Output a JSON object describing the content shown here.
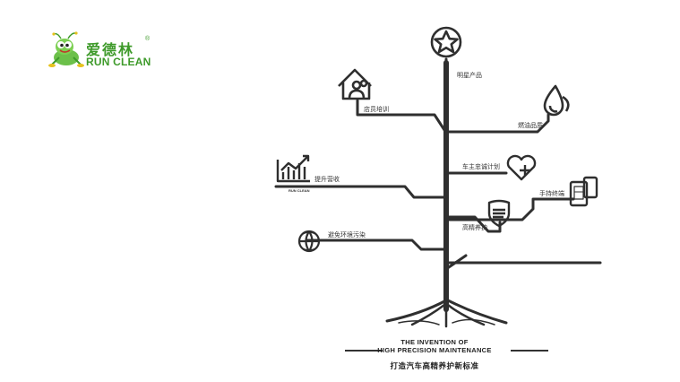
{
  "logo": {
    "brand_cn": "爱德林",
    "brand_reg": "®",
    "brand_en": "RUN CLEAN",
    "accent": "#3e9a2a",
    "icon": "grasshopper-mascot-icon"
  },
  "tree": {
    "stroke_color": "#2f2f2f",
    "branches": [
      {
        "label": "明星产品",
        "icon": "star-icon"
      },
      {
        "label": "店员培训",
        "icon": "house-people-icon"
      },
      {
        "label": "燃油品质",
        "icon": "fuel-drop-icon"
      },
      {
        "label": "车主忠诚计划",
        "icon": "heart-plus-icon"
      },
      {
        "label": "提升营收",
        "icon": "growth-chart-icon",
        "sub": "RUN CLEAN"
      },
      {
        "label": "手持终端",
        "icon": "handheld-terminal-icon"
      },
      {
        "label": "高精养护",
        "icon": "shield-icon"
      },
      {
        "label": "避免环境污染",
        "icon": "globe-leaf-icon"
      }
    ]
  },
  "footer": {
    "en_line1": "THE INVENTION OF",
    "en_line2": "HIGH PRECISION MAINTENANCE",
    "cn": "打造汽车高精养护新标准"
  }
}
